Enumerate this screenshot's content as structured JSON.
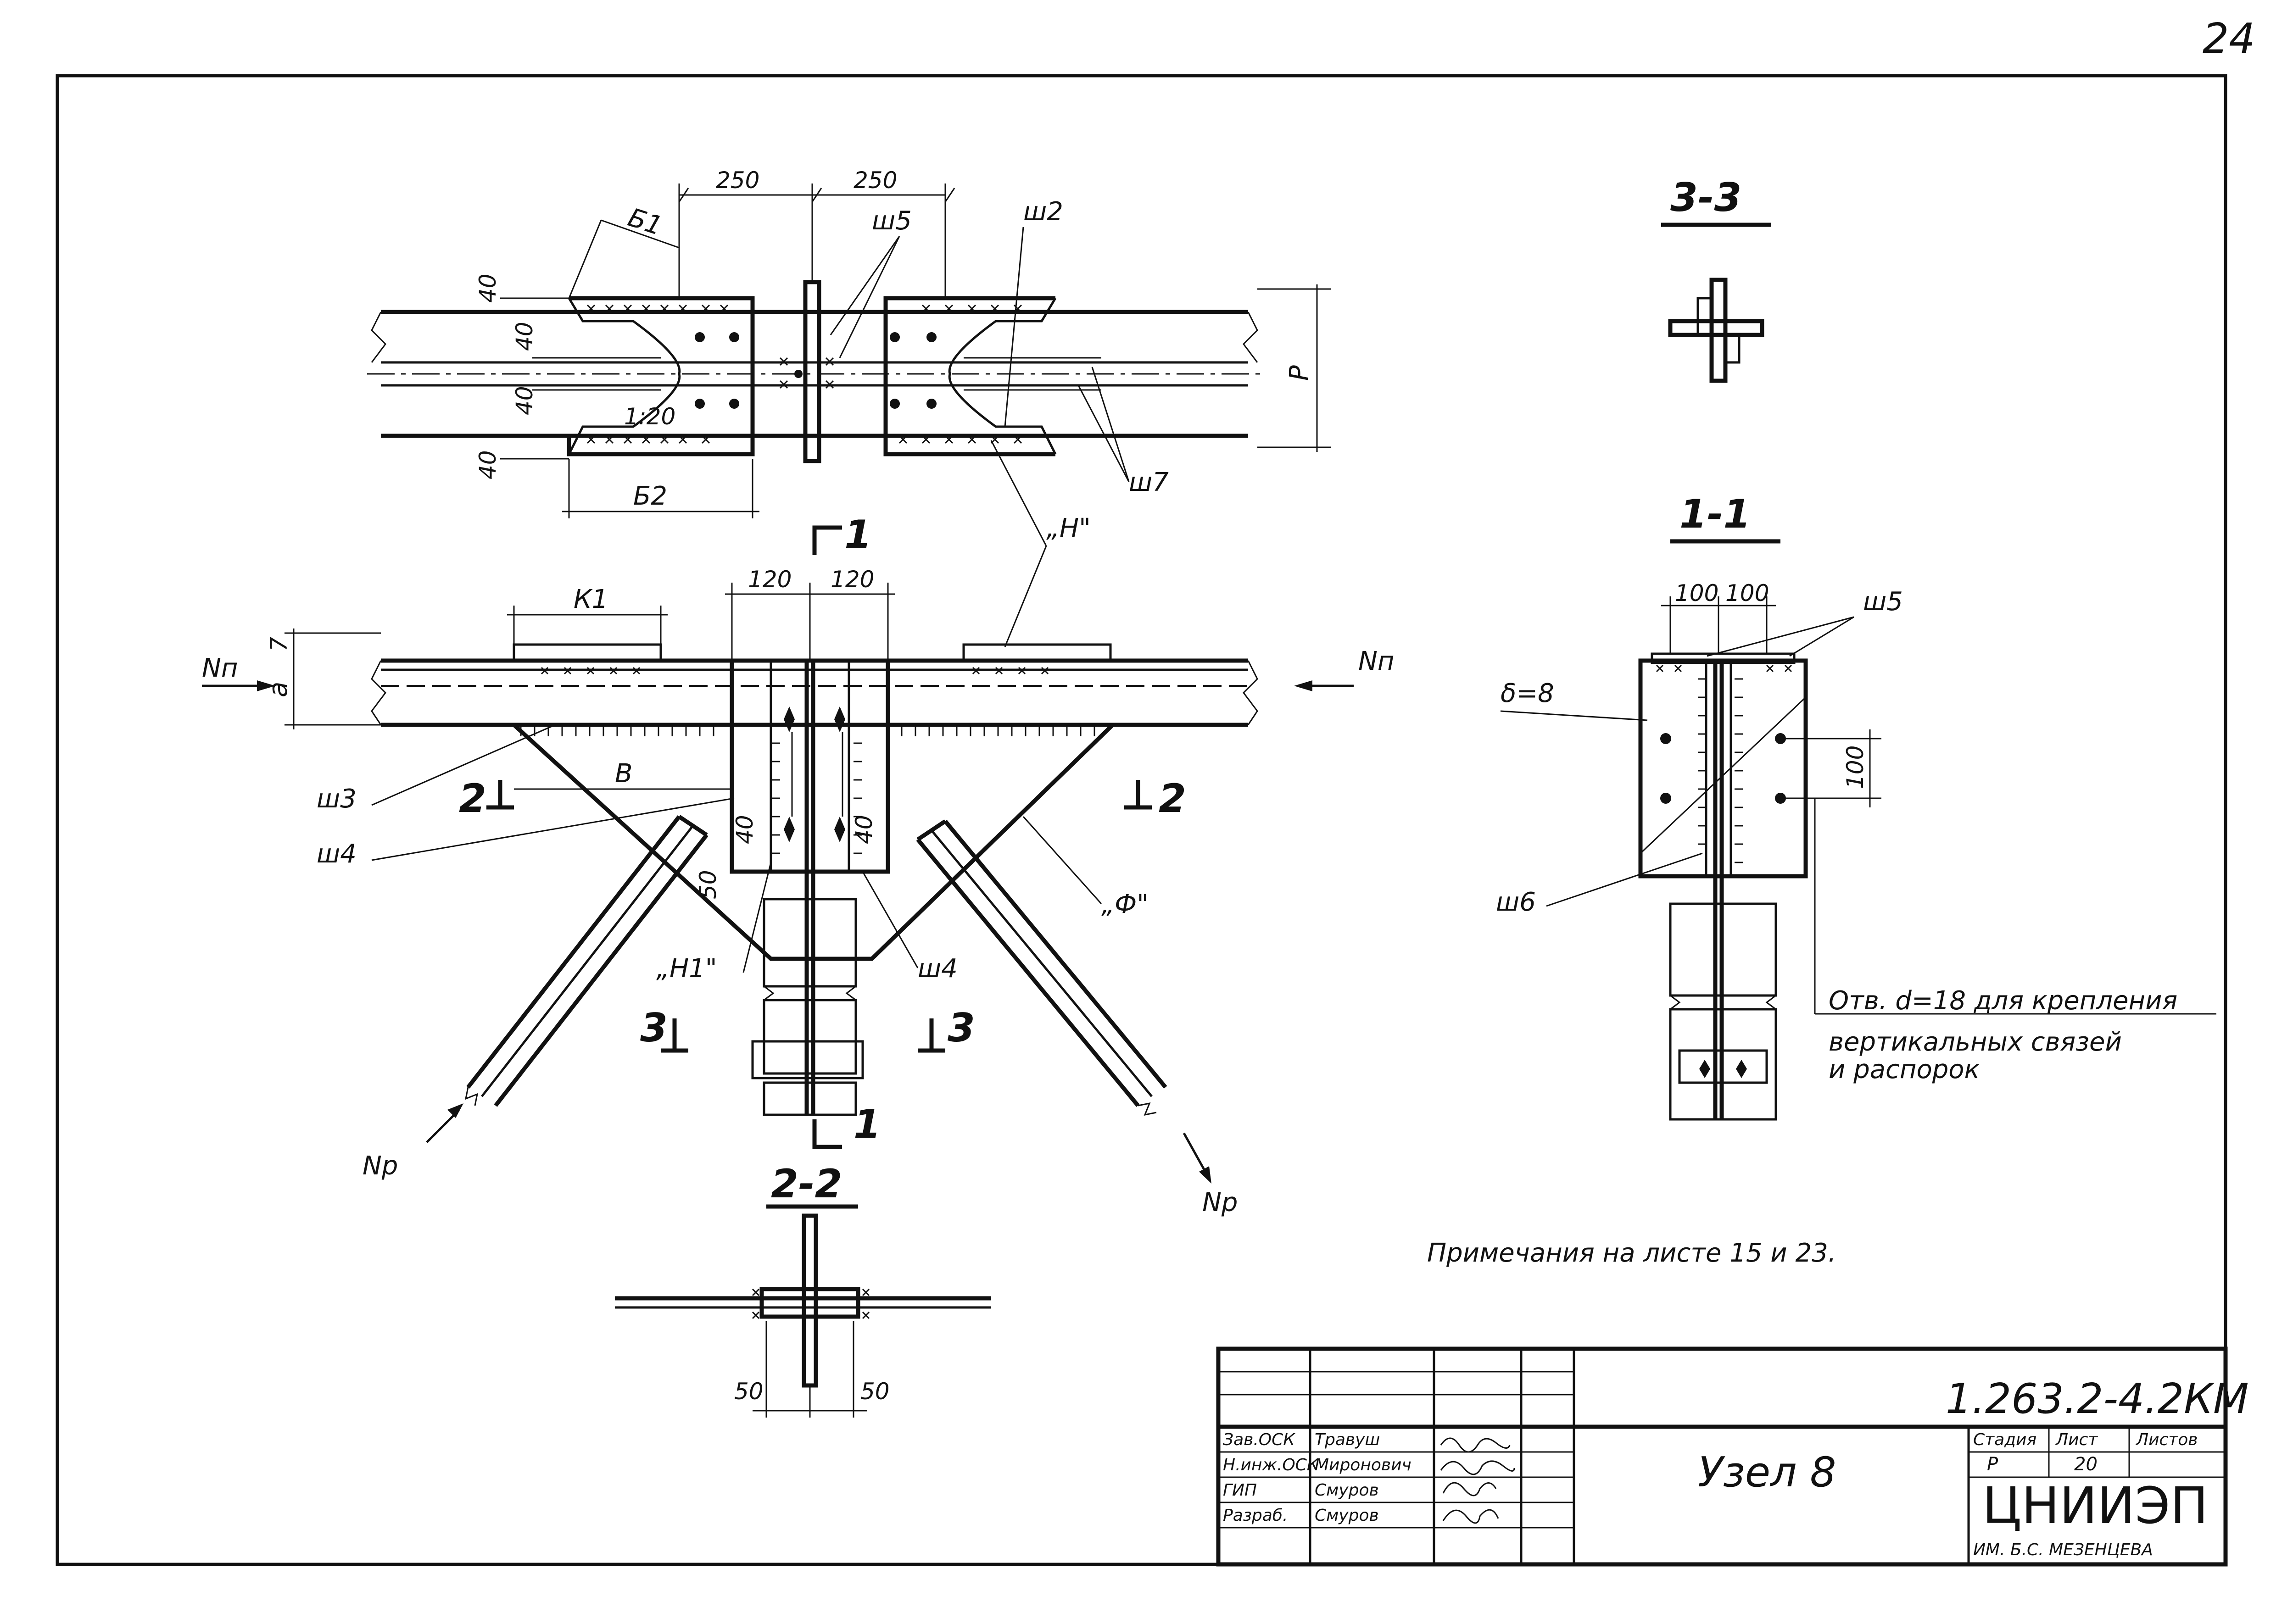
{
  "page_number": "24",
  "drawing": {
    "sections": {
      "s33": "3-3",
      "s11": "1-1",
      "s22": "2-2",
      "cut1_top": "1",
      "cut1_bottom": "1",
      "cut2_left": "2",
      "cut2_right": "2",
      "cut3_left": "3",
      "cut3_right": "3"
    },
    "dims": {
      "d250_left": "250",
      "d250_right": "250",
      "d40_a": "40",
      "d40_b": "40",
      "d40_c": "40",
      "d40_d": "40",
      "d120_left": "120",
      "d120_right": "120",
      "d40_left": "40",
      "d40_right": "40",
      "d50_web": "50",
      "d50_left": "50",
      "d50_right": "50",
      "d100_left": "100",
      "d100_right": "100",
      "d100_vert": "100",
      "d7": "7",
      "slope": "1:20"
    },
    "labels": {
      "b1": "Б1",
      "b2": "Б2",
      "k1": "К1",
      "b": "В",
      "a": "а",
      "p": "Р",
      "n_quote": "„Н\"",
      "n1_quote": "„Н1\"",
      "f_quote": "„Ф\"",
      "delta8": "δ=8",
      "np_left": "Nп",
      "np_right": "Nп",
      "nr_left": "Nр",
      "nr_right": "Nр"
    },
    "welds": {
      "w2": "ш2",
      "w3": "ш3",
      "w4_left": "ш4",
      "w4_right": "ш4",
      "w5_top": "ш5",
      "w5_side": "ш5",
      "w6": "ш6",
      "w7": "ш7"
    },
    "hole_note": {
      "line1": "Отв. d=18  для крепления",
      "line2": "вертикальных связей",
      "line3": "и распорок"
    },
    "notes": "Примечания на листе 15 и 23."
  },
  "title_block": {
    "code": "1.263.2-4.2КМ",
    "node_title": "Узел 8",
    "stage_header": "Стадия",
    "sheet_header": "Лист",
    "sheets_header": "Листов",
    "stage": "Р",
    "sheet_no": "20",
    "org": "ЦНИИЭП",
    "org_sub": "ИМ. Б.С. МЕЗЕНЦЕВА",
    "rows": [
      {
        "role": "Зав.ОСК",
        "name": "Травуш"
      },
      {
        "role": "Н.инж.ОСК",
        "name": "Миронович"
      },
      {
        "role": "ГИП",
        "name": "Смуров"
      },
      {
        "role": "Разраб.",
        "name": "Смуров"
      }
    ]
  }
}
